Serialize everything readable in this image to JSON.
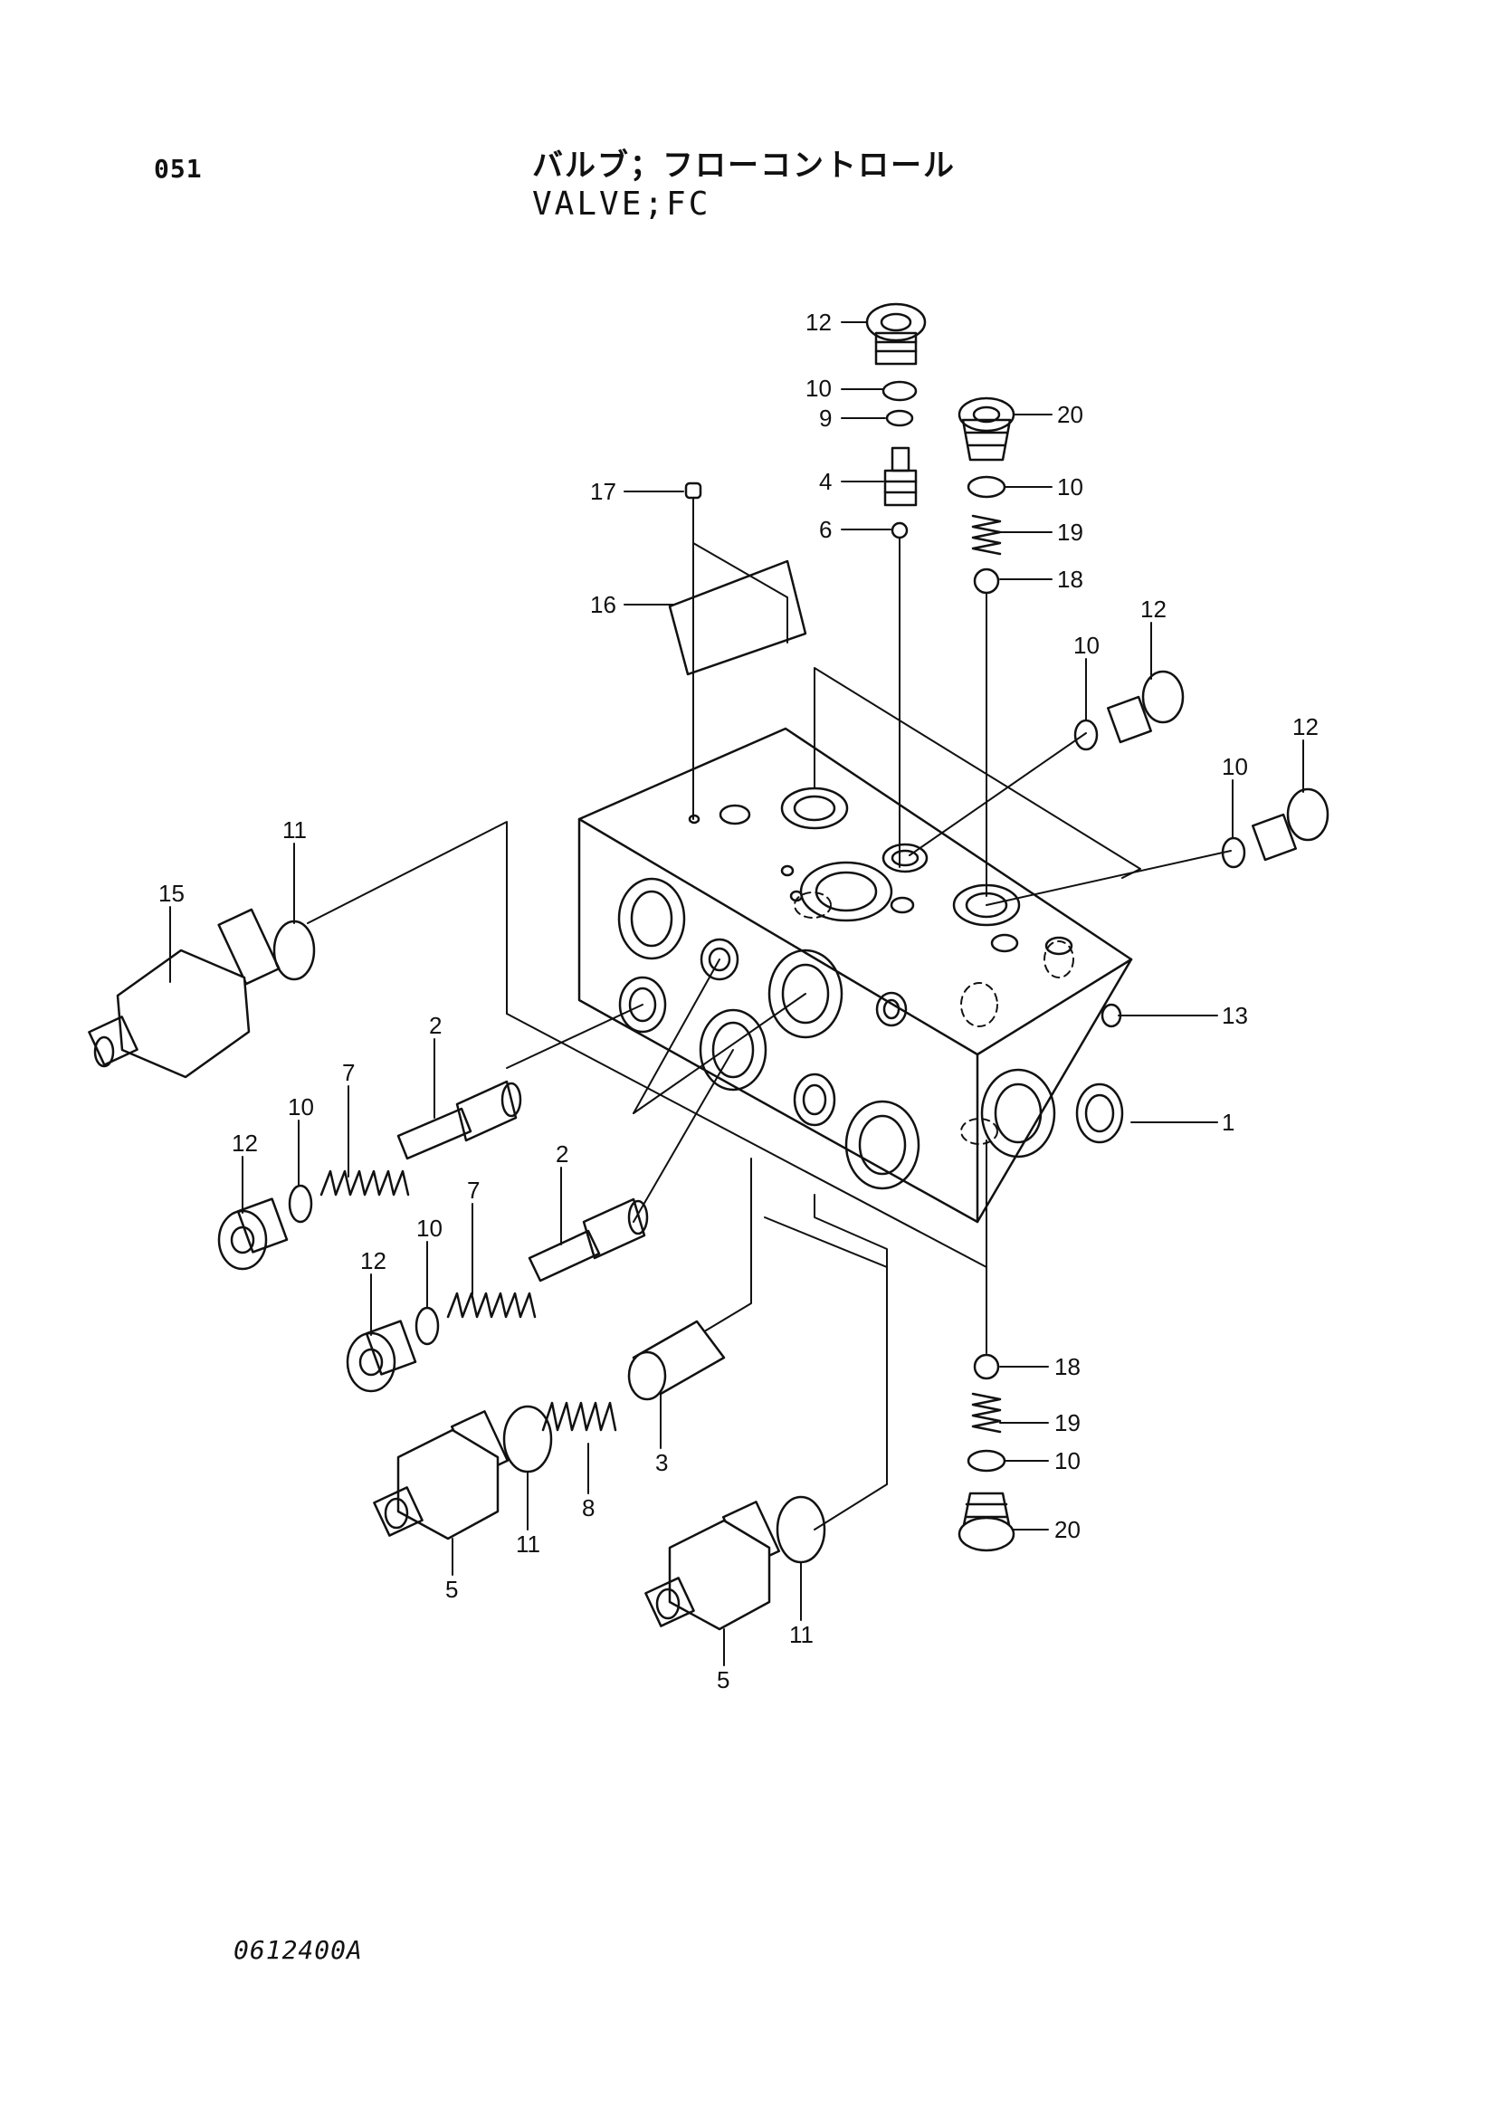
{
  "header": {
    "page_code": "051",
    "title_jp": "バルブ；フローコントロール",
    "title_en": "VALVE;FC"
  },
  "footer": {
    "drawing_code": "0612400A"
  },
  "callouts": {
    "c1": "1",
    "c2a": "2",
    "c2b": "2",
    "c3": "3",
    "c4": "4",
    "c5a": "5",
    "c5b": "5",
    "c6": "6",
    "c7a": "7",
    "c7b": "7",
    "c8": "8",
    "c9": "9",
    "c10a": "10",
    "c10b": "10",
    "c10c": "10",
    "c10d": "10",
    "c10e": "10",
    "c10f": "10",
    "c10g": "10",
    "c11a": "11",
    "c11b": "11",
    "c11c": "11",
    "c12a": "12",
    "c12b": "12",
    "c12c": "12",
    "c12d": "12",
    "c12e": "12",
    "c13": "13",
    "c15": "15",
    "c16": "16",
    "c17": "17",
    "c18a": "18",
    "c18b": "18",
    "c19a": "19",
    "c19b": "19",
    "c20a": "20",
    "c20b": "20"
  }
}
